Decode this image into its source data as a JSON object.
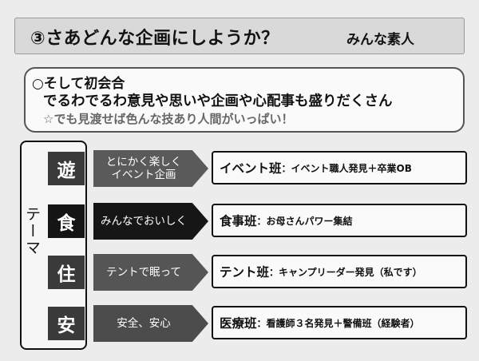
{
  "title": {
    "main": "③さあどんな企画にしようか？",
    "sub": "みんな素人"
  },
  "intro": {
    "line1": "○そして初会合",
    "line2": "でるわでるわ意見や思いや企画や心配事も盛りだくさん",
    "line3": "☆でも見渡せば色んな技あり人間がいっぱい！"
  },
  "theme": {
    "label": "テーマ",
    "rows": [
      {
        "kanji": "遊",
        "arrow": "とにかく楽しく\nイベント企画",
        "team": "イベント班",
        "detail": "：イベント職人発見＋卒業OB"
      },
      {
        "kanji": "食",
        "arrow": "みんなでおいしく",
        "team": "食事班",
        "detail": "：お母さんパワー集結"
      },
      {
        "kanji": "住",
        "arrow": "テントで眠って",
        "team": "テント班",
        "detail": "：キャンプリーダー発見（私です）"
      },
      {
        "kanji": "安",
        "arrow": "安全、安心",
        "team": "医療班",
        "detail": "：看護師３名発見＋警備班（経験者）"
      }
    ]
  }
}
